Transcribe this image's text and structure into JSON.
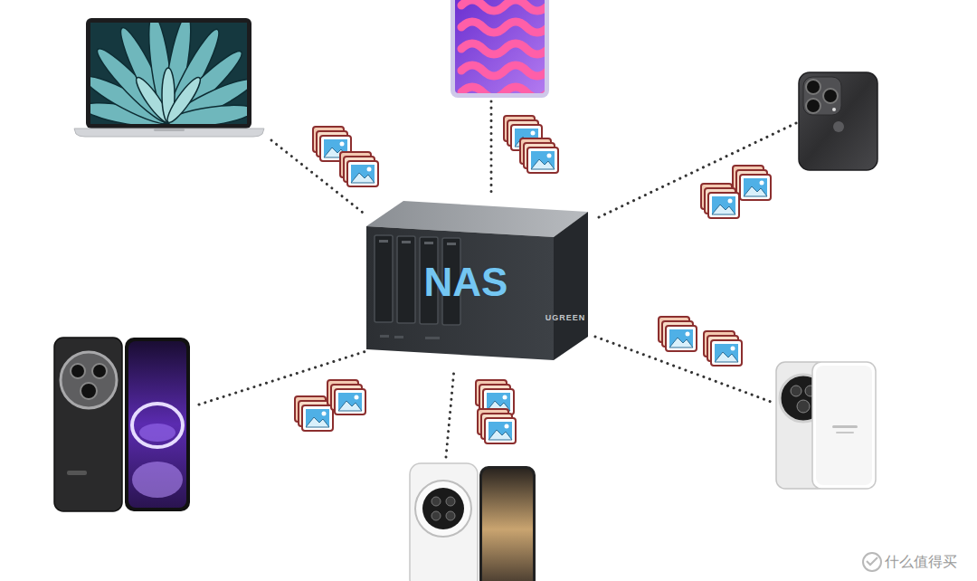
{
  "diagram": {
    "nodes": [
      {
        "text": [
          "NAS",
          "UGREEN"
        ]
      }
    ],
    "labels": [
      "什么值得买"
    ]
  }
}
